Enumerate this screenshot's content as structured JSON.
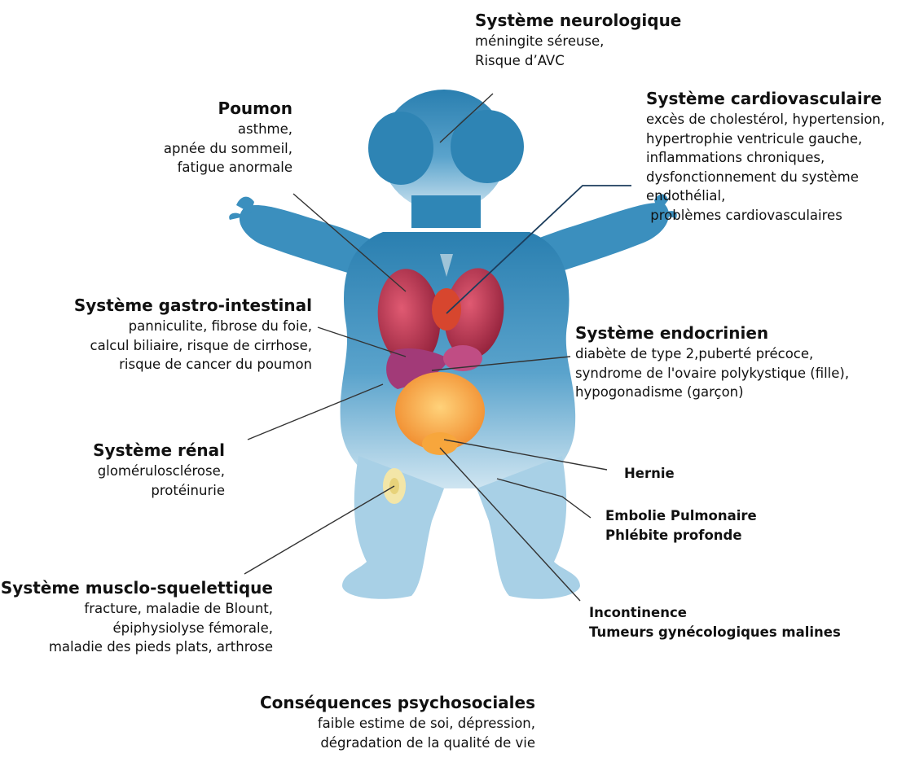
{
  "diagram": {
    "neuro": {
      "title": "Système neurologique",
      "lines": [
        "méningite séreuse,",
        "Risque d’AVC"
      ]
    },
    "poumon": {
      "title": "Poumon",
      "lines": [
        "asthme,",
        "apnée du sommeil,",
        "fatigue anormale"
      ]
    },
    "cardio": {
      "title": "Système cardiovasculaire",
      "lines": [
        "excès de cholestérol, hypertension,",
        "hypertrophie ventricule gauche,",
        "inflammations chroniques,",
        "dysfonctionnement du système",
        "endothélial,",
        " problèmes cardiovasculaires"
      ]
    },
    "gastro": {
      "title": "Système gastro-intestinal",
      "lines": [
        "panniculite, fibrose du foie,",
        "calcul biliaire, risque de cirrhose,",
        "risque de cancer du poumon"
      ]
    },
    "endo": {
      "title": "Système endocrinien",
      "lines": [
        "diabète de type 2,puberté précoce,",
        "syndrome de l'ovaire polykystique (fille),",
        "hypogonadisme (garçon)"
      ]
    },
    "renal": {
      "title": "Système rénal",
      "lines": [
        "glomérulosclérose,",
        "protéinurie"
      ]
    },
    "hernie": {
      "lines": [
        "Hernie"
      ]
    },
    "embolie": {
      "lines": [
        "Embolie Pulmonaire",
        "Phlébite profonde"
      ]
    },
    "musclo": {
      "title": "Système musclo-squelettique",
      "lines": [
        "fracture, maladie de Blount,",
        "épiphysiolyse fémorale,",
        "maladie des pieds plats, arthrose"
      ]
    },
    "incont": {
      "lines": [
        "Incontinence",
        "Tumeurs gynécologiques malines"
      ]
    },
    "psycho": {
      "title": "Conséquences psychosociales",
      "lines": [
        "faible estime de soi, dépression,",
        "dégradation de la qualité de vie"
      ]
    }
  },
  "colors": {
    "body_top": "#2a7fb0",
    "body_bottom": "#b5d8ea",
    "lung": "#b0304a",
    "intestine": "#f29a3a",
    "line": "#333333"
  }
}
